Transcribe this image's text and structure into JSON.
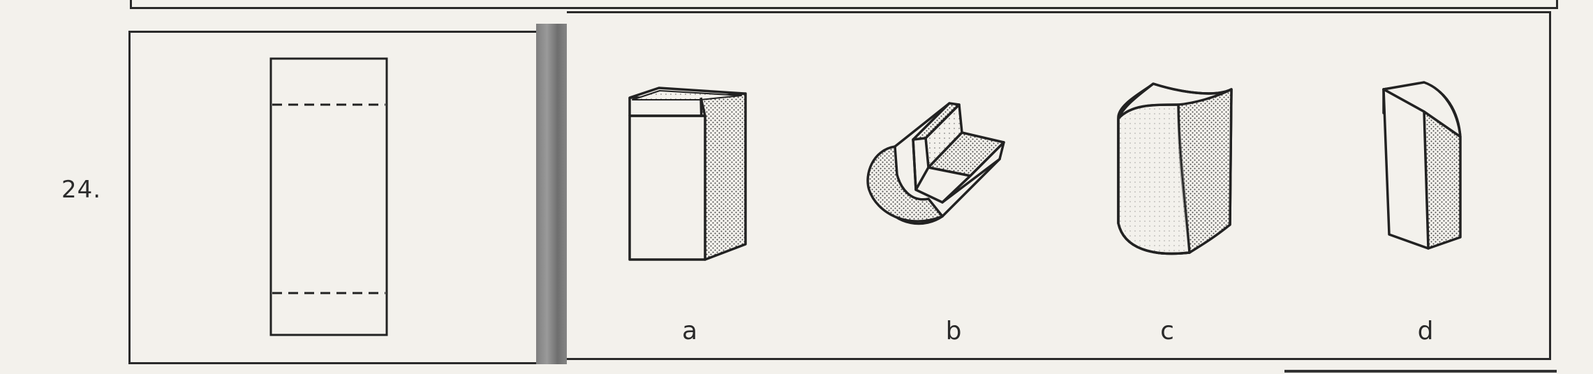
{
  "question": {
    "number": "24."
  },
  "options": [
    {
      "label": "a",
      "shape": "rectangular-box-open-top"
    },
    {
      "label": "b",
      "shape": "half-cylinder-with-slot"
    },
    {
      "label": "c",
      "shape": "curved-open-tube"
    },
    {
      "label": "d",
      "shape": "quarter-cylinder-prism"
    }
  ]
}
